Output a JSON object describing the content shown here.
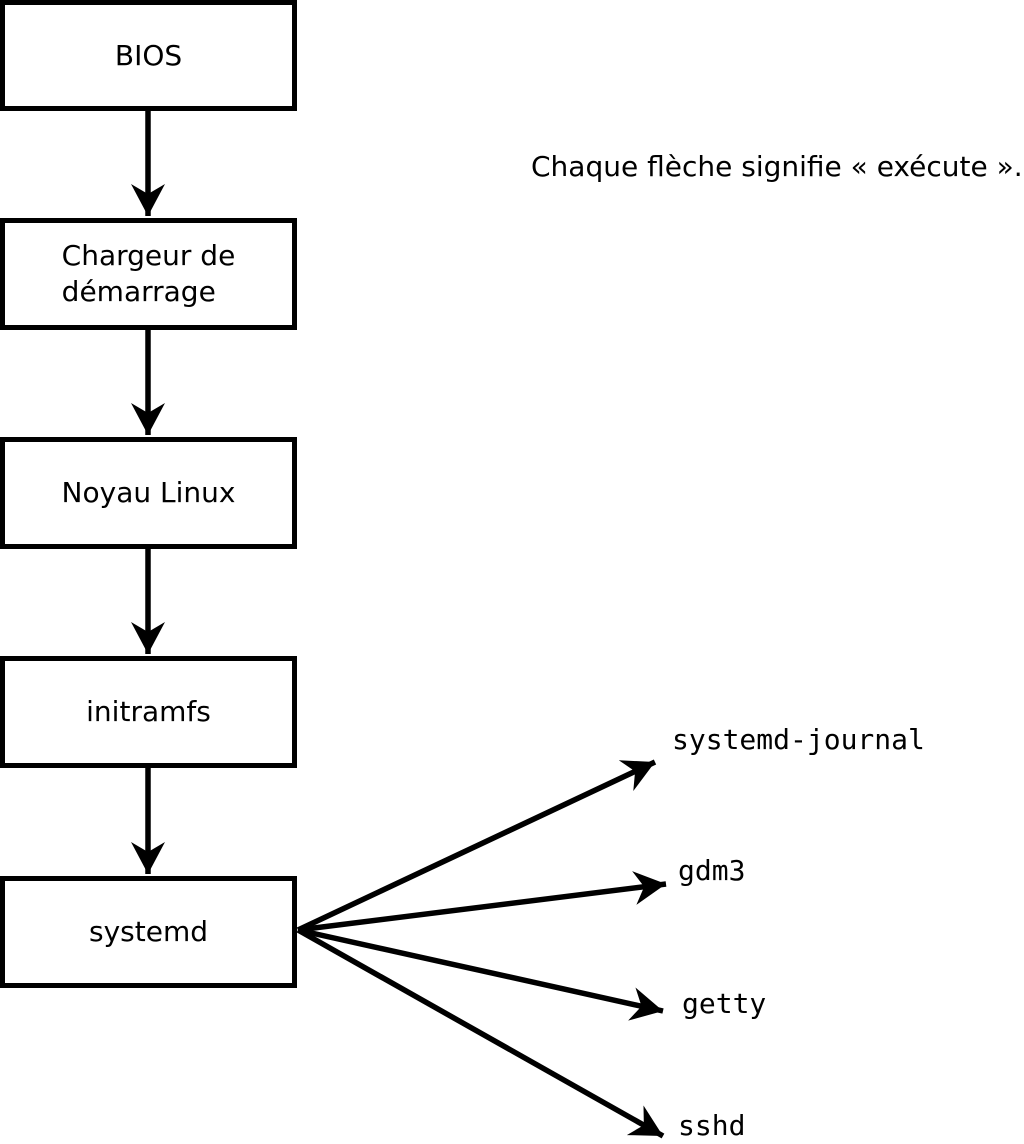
{
  "note": "Chaque flèche signifie « exécute ».",
  "boxes": [
    {
      "id": "bios",
      "label": "BIOS"
    },
    {
      "id": "bootloader",
      "label": "Chargeur de\ndémarrage"
    },
    {
      "id": "kernel",
      "label": "Noyau Linux"
    },
    {
      "id": "initramfs",
      "label": "initramfs"
    },
    {
      "id": "systemd",
      "label": "systemd"
    }
  ],
  "processes": [
    {
      "id": "systemd-journal",
      "label": "systemd-journal"
    },
    {
      "id": "gdm3",
      "label": "gdm3"
    },
    {
      "id": "getty",
      "label": "getty"
    },
    {
      "id": "sshd",
      "label": "sshd"
    }
  ],
  "colors": {
    "background": "#ffffff",
    "line": "#000000",
    "text": "#000000",
    "box_fill": "#ffffff"
  }
}
